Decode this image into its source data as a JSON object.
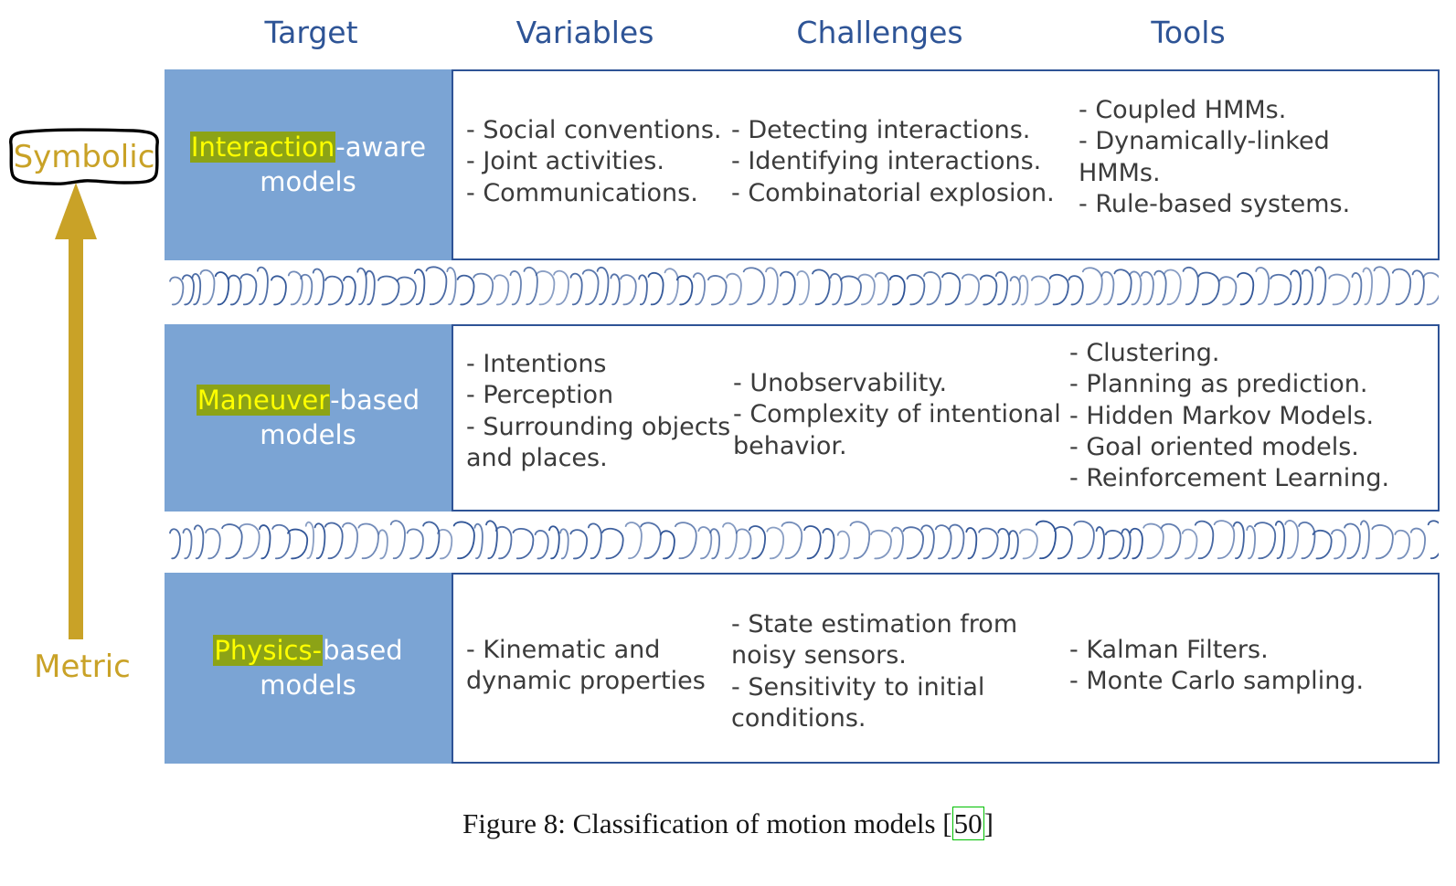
{
  "figure": {
    "caption_prefix": "Figure 8: Classification of motion models [",
    "caption_ref": "50",
    "caption_suffix": "]"
  },
  "axis": {
    "top_label": "Symbolic",
    "bottom_label": "Metric",
    "arrow_direction": "up",
    "color": "#C9A227"
  },
  "colors": {
    "header_blue": "#2E5496",
    "cell_blue": "#7BA4D4",
    "border_blue": "#2E5396",
    "highlight_bg": "#8CA316",
    "highlight_fg": "#FFFF00",
    "body_text": "#3B3B3B",
    "ref_box_green": "#00C000"
  },
  "headers": [
    {
      "key": "target",
      "label": "Target"
    },
    {
      "key": "variables",
      "label": "Variables"
    },
    {
      "key": "challenges",
      "label": "Challenges"
    },
    {
      "key": "tools",
      "label": "Tools"
    }
  ],
  "rows": [
    {
      "target_highlight": "Interaction",
      "target_rest": "-aware",
      "target_line2": "models",
      "variables": "- Social conventions.\n- Joint activities.\n- Communications.",
      "challenges": "- Detecting interactions.\n- Identifying interactions.\n- Combinatorial explosion.",
      "tools": "- Coupled HMMs.\n- Dynamically-linked\n  HMMs.\n- Rule-based systems."
    },
    {
      "target_highlight": "Maneuver",
      "target_rest": "-based",
      "target_line2": "models",
      "variables": "- Intentions\n- Perception\n- Surrounding objects\n  and places.",
      "challenges": "- Unobservability.\n- Complexity of intentional\n  behavior.",
      "tools": "- Clustering.\n- Planning as prediction.\n- Hidden Markov Models.\n- Goal oriented models.\n- Reinforcement Learning."
    },
    {
      "target_highlight": "Physics-",
      "target_rest": "based",
      "target_line2": "models",
      "variables": "- Kinematic and\n  dynamic properties",
      "challenges": "- State estimation from\n  noisy sensors.\n- Sensitivity to initial\n  conditions.",
      "tools": "- Kalman Filters.\n- Monte Carlo sampling."
    }
  ],
  "separators": [
    {
      "name": "squiggle-separator-1"
    },
    {
      "name": "squiggle-separator-2"
    }
  ]
}
